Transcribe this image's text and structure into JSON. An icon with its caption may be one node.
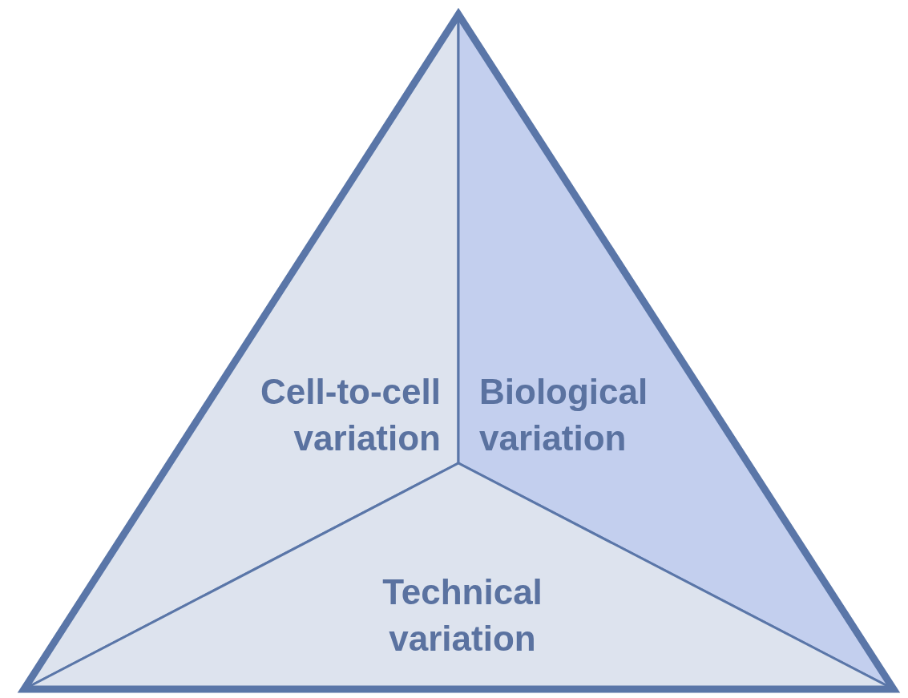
{
  "diagram": {
    "nodes": [
      {
        "text": [
          "Cell-to-cell variation"
        ]
      },
      {
        "text": [
          "Biological variation"
        ]
      },
      {
        "text": [
          "Technical variation"
        ]
      }
    ]
  }
}
